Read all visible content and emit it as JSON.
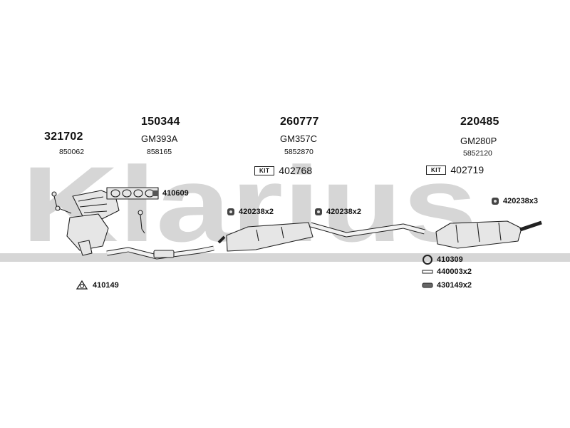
{
  "watermark": {
    "text": "Klarius",
    "color": "#d6d6d6"
  },
  "groups": [
    {
      "part": "321702",
      "sub": "850062"
    },
    {
      "part": "150344",
      "ref": "GM393A",
      "sub": "858165"
    },
    {
      "part": "260777",
      "ref": "GM357C",
      "sub": "5852870",
      "kit_label": "KIT",
      "kit_number": "402768"
    },
    {
      "part": "220485",
      "ref": "GM280P",
      "sub": "5852120",
      "kit_label": "KIT",
      "kit_number": "402719"
    }
  ],
  "accessories": [
    {
      "code": "410609",
      "icon": "gasket-icon"
    },
    {
      "code": "410149",
      "icon": "clamp-icon"
    },
    {
      "code": "420238x2",
      "icon": "rubber-mount-icon"
    },
    {
      "code": "420238x2",
      "icon": "rubber-mount-icon"
    },
    {
      "code": "420238x3",
      "icon": "rubber-mount-icon"
    },
    {
      "code": "410309",
      "icon": "ring-gasket-icon"
    },
    {
      "code": "440003x2",
      "icon": "bolt-icon"
    },
    {
      "code": "430149x2",
      "icon": "spring-icon"
    }
  ],
  "colors": {
    "line": "#222222",
    "fill": "#e6e6e6"
  }
}
